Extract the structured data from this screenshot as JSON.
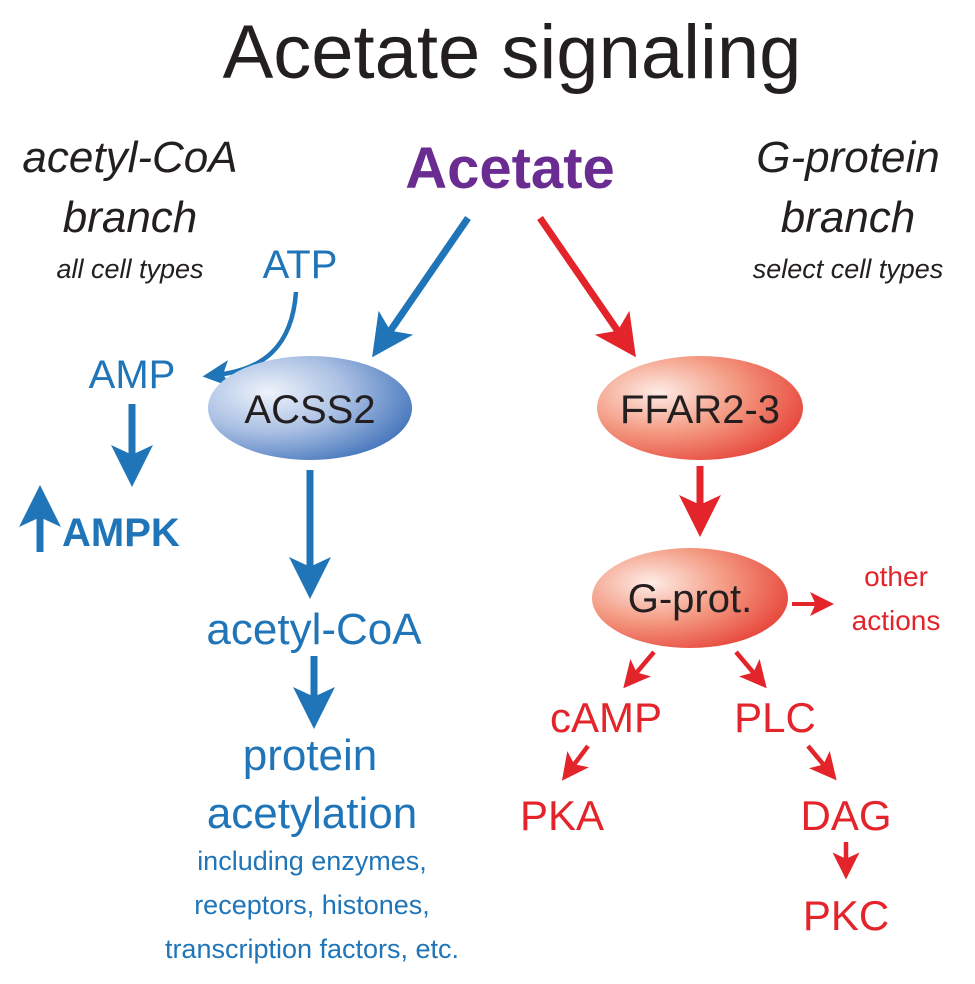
{
  "title": "Acetate signaling",
  "center_node": "Acetate",
  "left_branch": {
    "heading_line1": "acetyl-CoA",
    "heading_line2": "branch",
    "scope": "all cell types",
    "atp": "ATP",
    "amp": "AMP",
    "ampk": "AMPK",
    "enzyme": "ACSS2",
    "acetyl_coa": "acetyl-CoA",
    "protein": "protein",
    "acetylation": "acetylation",
    "note_line1": "including enzymes,",
    "note_line2": "receptors, histones,",
    "note_line3": "transcription factors, etc."
  },
  "right_branch": {
    "heading_line1": "G-protein",
    "heading_line2": "branch",
    "scope": "select cell types",
    "receptor": "FFAR2-3",
    "gprot": "G-prot.",
    "other1": "other",
    "other2": "actions",
    "camp": "cAMP",
    "plc": "PLC",
    "pka": "PKA",
    "dag": "DAG",
    "pkc": "PKC"
  },
  "colors": {
    "title": "#231f20",
    "acetate": "#6b2c91",
    "blue": "#1f75b8",
    "red": "#e3242b",
    "blue_node_light": "#e8eef8",
    "blue_node_dark": "#2d64b3",
    "red_node_light": "#fde6de",
    "red_node_dark": "#e4322a"
  }
}
